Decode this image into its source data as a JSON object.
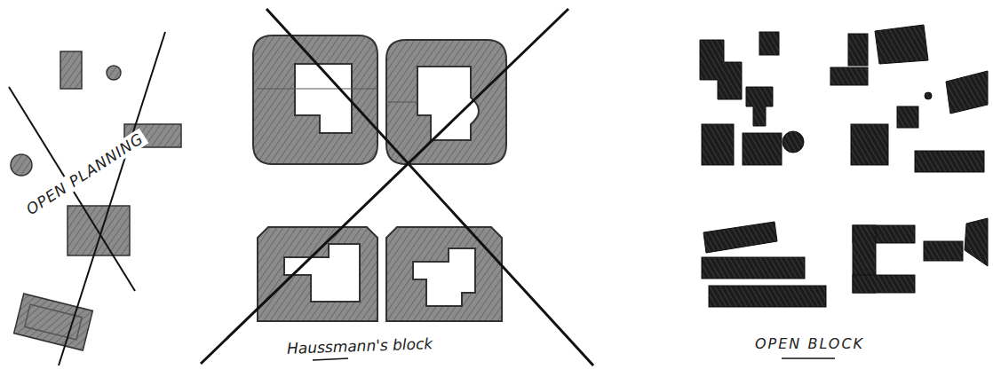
{
  "diagram": {
    "labels": [
      "OPEN PLANNING",
      "Haussmann's block",
      "OPEN BLOCK"
    ]
  }
}
